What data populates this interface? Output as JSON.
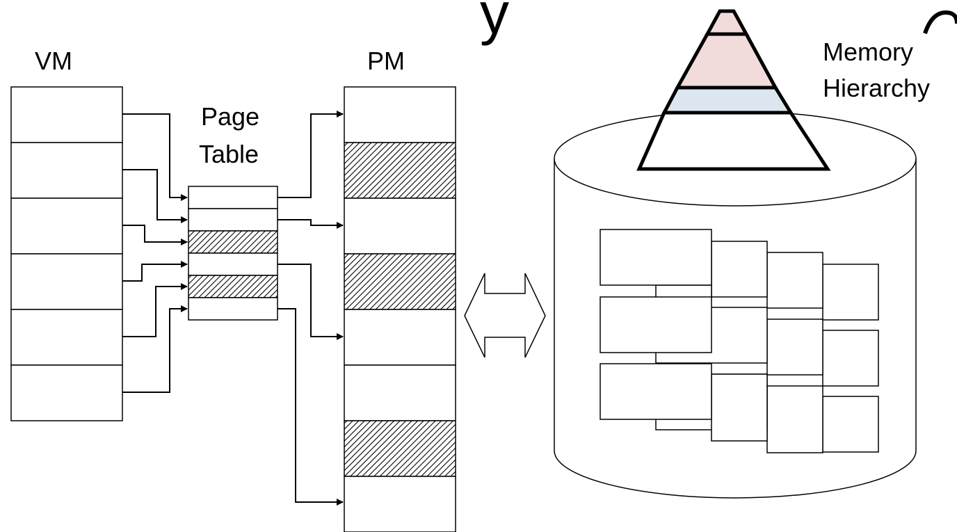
{
  "title_fragment": "y",
  "labels": {
    "vm": "VM",
    "pm": "PM",
    "page_table_line1": "Page",
    "page_table_line2": "Table",
    "memory_hierarchy_line1": "Memory",
    "memory_hierarchy_line2": "Hierarchy"
  },
  "vm": {
    "page_count": 6
  },
  "page_table": {
    "entries": [
      {
        "hatched": false
      },
      {
        "hatched": false
      },
      {
        "hatched": true
      },
      {
        "hatched": false
      },
      {
        "hatched": true
      },
      {
        "hatched": false
      }
    ]
  },
  "pm": {
    "frames": [
      {
        "hatched": false
      },
      {
        "hatched": true
      },
      {
        "hatched": false
      },
      {
        "hatched": true
      },
      {
        "hatched": false
      },
      {
        "hatched": false
      },
      {
        "hatched": true
      },
      {
        "hatched": false
      }
    ]
  },
  "pyramid_colors": {
    "tip": "#f2dcdb",
    "upper": "#f2dcdb",
    "middle": "#dce6f1",
    "base": "#ffffff"
  }
}
